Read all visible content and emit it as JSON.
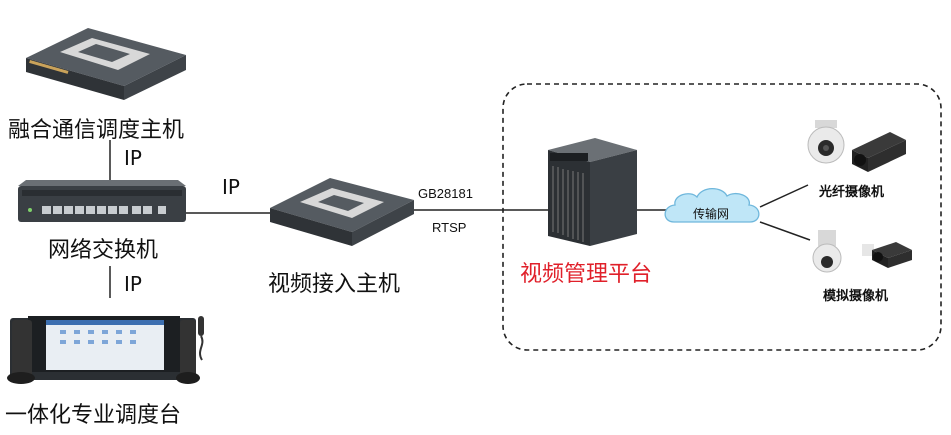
{
  "nodes": {
    "fusion_host": "融合通信调度主机",
    "switch": "网络交换机",
    "console": "一体化专业调度台",
    "video_access": "视频接入主机",
    "video_platform": "视频管理平台",
    "fiber_camera": "光纤摄像机",
    "analog_camera": "模拟摄像机",
    "cloud": "传输网"
  },
  "links": {
    "ip_top": "IP",
    "ip_bottom": "IP",
    "ip_mid": "IP",
    "protocol_1": "GB28181",
    "protocol_2": "RTSP"
  },
  "colors": {
    "platform_label": "#e0202a",
    "cloud_fill": "#bfe6f7",
    "cloud_stroke": "#6fb7dc",
    "device_dark": "#3a3f44",
    "line": "#222222"
  },
  "icons": [
    "server-1u-icon",
    "network-switch-icon",
    "dispatch-console-icon",
    "server-1u-icon",
    "rack-chassis-icon",
    "dome-camera-icon",
    "box-camera-icon",
    "cloud-icon"
  ]
}
